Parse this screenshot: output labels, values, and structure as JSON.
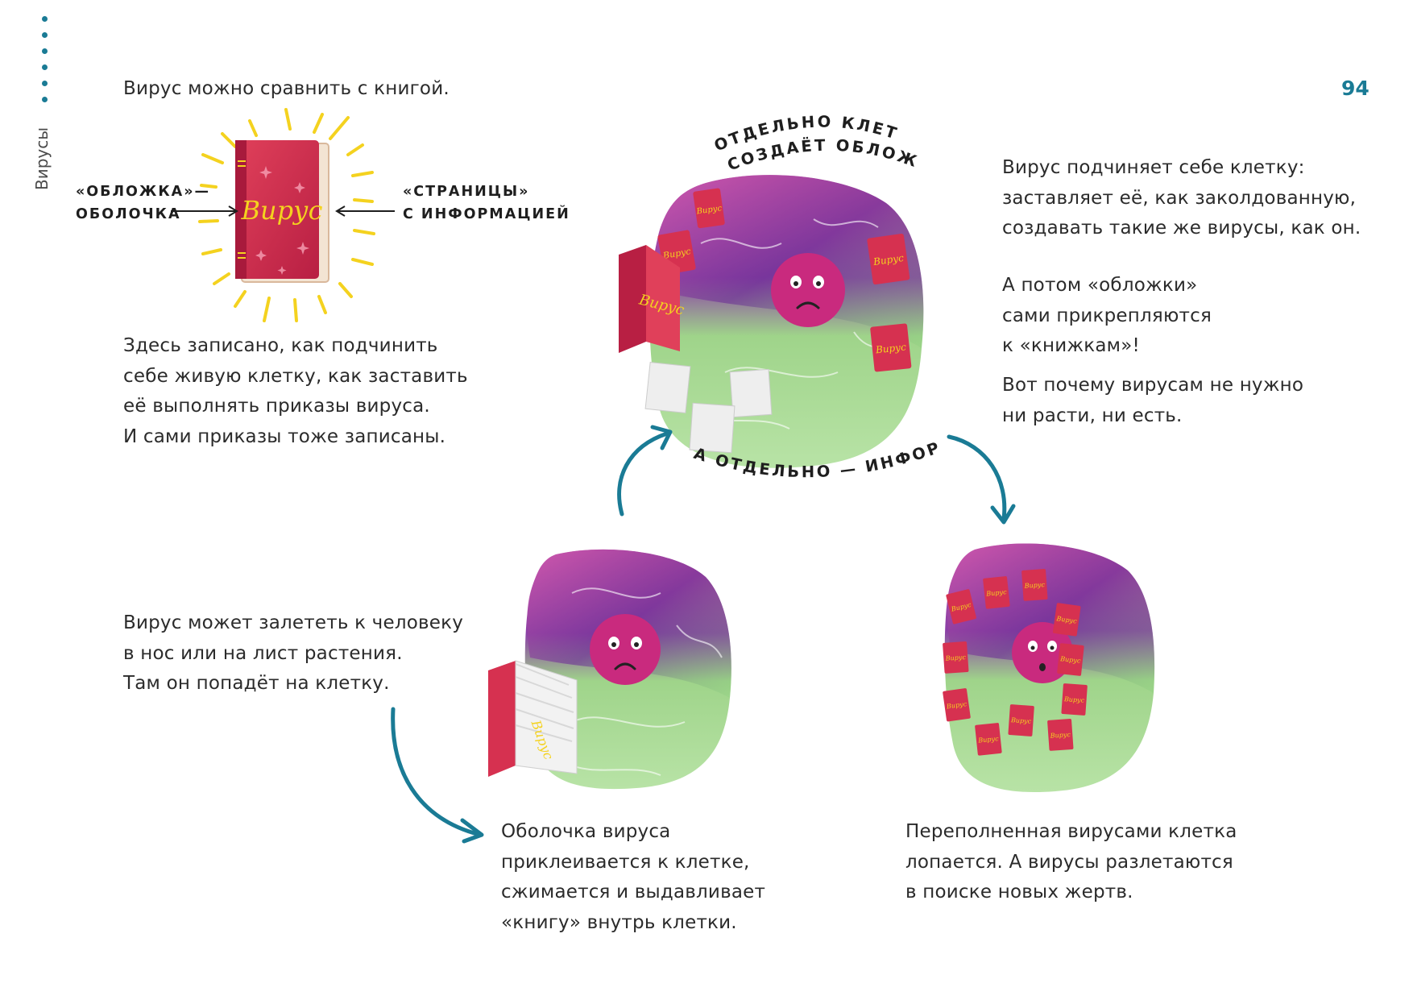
{
  "page": {
    "number": "94",
    "section": "Вирусы"
  },
  "colors": {
    "accent": "#1a7b95",
    "book": "#d63150",
    "glow": "#f4d21f",
    "cell_purple": "#7a3a9a",
    "cell_green": "#8fd27c",
    "face": "#c4237a"
  },
  "intro": {
    "text": "Вирус можно сравнить с книгой."
  },
  "book": {
    "title": "Вирус",
    "cover_label": [
      "«ОБЛОЖКА»—",
      "ОБОЛОЧКА"
    ],
    "pages_label": [
      "«СТРАНИЦЫ»",
      "С ИНФОРМАЦИЕЙ"
    ]
  },
  "book_description": {
    "lines": [
      "Здесь записано, как подчинить",
      "себе живую клетку, как заставить",
      "её выполнять приказы вируса.",
      "И сами приказы тоже записаны."
    ]
  },
  "step1": {
    "lines": [
      "Вирус может залететь к человеку",
      "в нос или на лист растения.",
      "Там он попадёт на клетку."
    ]
  },
  "step2": {
    "lines": [
      "Оболочка вируса",
      "приклеивается к клетке,",
      "сжимается и выдавливает",
      "«книгу» внутрь клетки."
    ]
  },
  "step3": {
    "caption_top": "ОТДЕЛЬНО КЛЕТКА",
    "caption_top2": "СОЗДАЁТ ОБЛОЖКИ",
    "caption_bottom": "А ОТДЕЛЬНО — ИНФОРМАЦИЮ",
    "para1": [
      "Вирус подчиняет себе клетку:",
      "заставляет её, как заколдованную,",
      "создавать такие же вирусы, как он."
    ],
    "para2": [
      "А потом «обложки»",
      "сами прикрепляются",
      "к «книжкам»!"
    ],
    "para3": [
      "Вот почему вирусам не нужно",
      "ни расти, ни есть."
    ]
  },
  "step4": {
    "lines": [
      "Переполненная вирусами клетка",
      "лопается. А вирусы разлетаются",
      "в поиске новых жертв."
    ]
  }
}
